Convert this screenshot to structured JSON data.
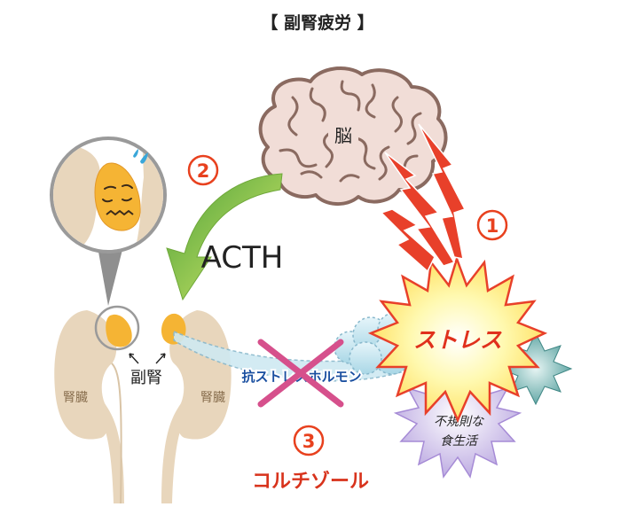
{
  "title": "【 副腎疲労 】",
  "labels": {
    "brain": "脳",
    "acth": "ACTH",
    "adrenal": "副腎",
    "kidney_left": "腎臓",
    "kidney_right": "腎臓",
    "stress": "ストレス",
    "anti_stress_hormone": "抗ストレスホルモン",
    "irregular_life_line1": "不規則な",
    "irregular_life_line2": "食生活",
    "cortisol": "コルチゾール",
    "step1": "1",
    "step2": "2",
    "step3": "3"
  },
  "colors": {
    "title_text": "#222222",
    "step_red": "#e8411e",
    "cortisol_red": "#d8331c",
    "cross_pink": "#d6508c",
    "brain_fill": "#f1ddd7",
    "brain_stroke": "#8a6a60",
    "kidney_fill": "#e8d6bc",
    "adrenal_fill": "#f5b434",
    "arrow_green": "#8cc63f",
    "bolt_red": "#e8402a",
    "starburst_yellow": "#fff36a",
    "starburst_lavender": "#c5b3e6",
    "starburst_teal": "#5fa9a6",
    "hormone_blue": "#bfe3ee",
    "hormone_text": "#1a4fa0"
  },
  "icons": {
    "sweat": "sweat-drops-icon",
    "adrenal_face": "worried-face-icon"
  }
}
